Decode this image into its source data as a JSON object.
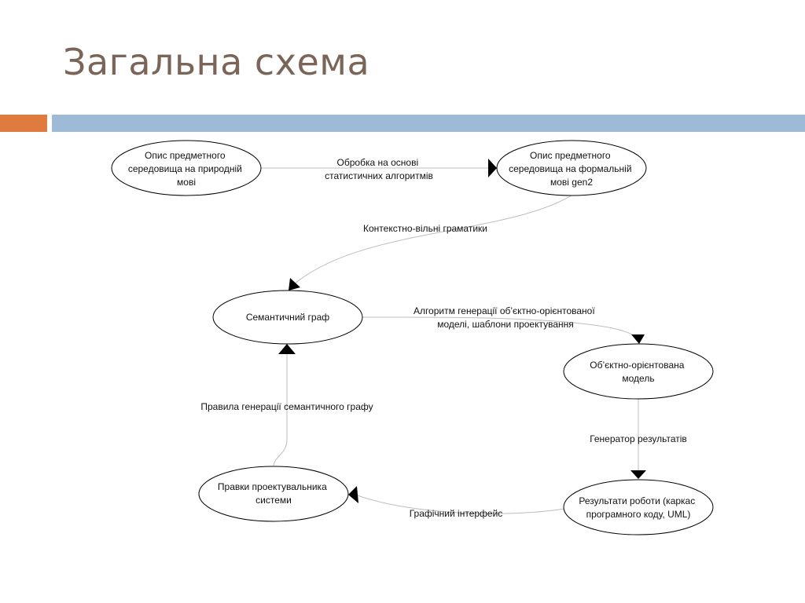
{
  "title": "Загальна схема",
  "nodes": {
    "natural_lang": [
      "Опис предметного",
      "середовища на природній",
      "мові"
    ],
    "formal_lang": [
      "Опис предметного",
      "середовища на формальній",
      "мові gen2"
    ],
    "semantic_graph": [
      "Семантичний граф"
    ],
    "oo_model": [
      "Об’єктно-орієнтована",
      "модель"
    ],
    "results": [
      "Результати роботи (каркас",
      "програмного коду, UML)"
    ],
    "designer_edits": [
      "Правки проектувальника",
      "системи"
    ]
  },
  "edges": {
    "statistical": [
      "Обробка на основі",
      "статистичних алгоритмів"
    ],
    "cfg": [
      "Контекстно-вільні граматики"
    ],
    "oo_algorithm": [
      "Алгоритм генерації об’єктно-орієнтованої",
      "моделі, шаблони проектування"
    ],
    "generator": [
      "Генератор результатів"
    ],
    "gui": [
      "Графічний інтерфейс"
    ],
    "graph_rules": [
      "Правила генерації семантичного графу"
    ]
  }
}
